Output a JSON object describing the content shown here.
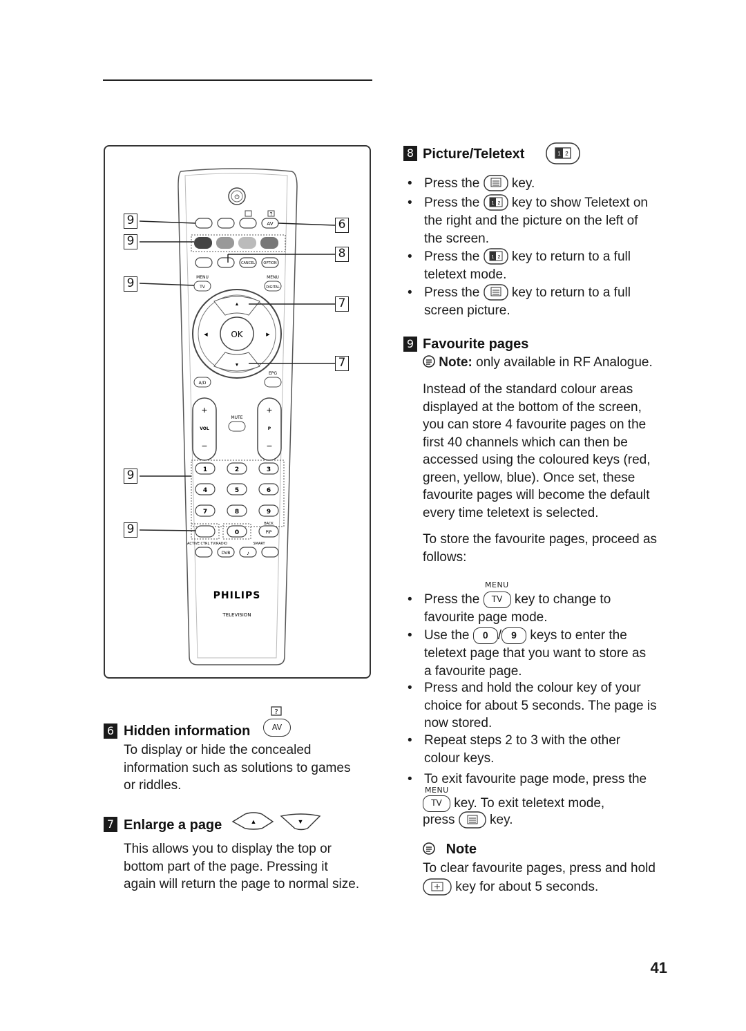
{
  "remote": {
    "brand": "PHILIPS",
    "subbrand": "TELEVISION",
    "ok_label": "OK",
    "menu_label": "MENU",
    "tv_label": "TV",
    "digital_label": "DIGITAL",
    "cancel_label": "CANCEL",
    "option_label": "OPTION",
    "av_label": "AV",
    "epg_label": "EPG",
    "ad_label": "A/D",
    "mute_label": "MUTE",
    "vol_label": "VOL",
    "p_label": "P",
    "back_label": "BACK",
    "pip_label": "PiP",
    "active_ctrl_label": "ACTIVE CTRL",
    "tvradio_label": "TV/RADIO",
    "smart_label": "SMART",
    "digits": [
      "1",
      "2",
      "3",
      "4",
      "5",
      "6",
      "7",
      "8",
      "9",
      "0"
    ]
  },
  "callouts": {
    "left": [
      "9",
      "9",
      "9",
      "9",
      "9"
    ],
    "right": [
      "6",
      "8",
      "7",
      "7"
    ]
  },
  "section6": {
    "num": "6",
    "title": "Hidden information",
    "key_label": "AV",
    "lines": [
      "To display or hide the concealed",
      "information such as solutions to games",
      "or riddles."
    ]
  },
  "section7": {
    "num": "7",
    "title": "Enlarge a page",
    "lines": [
      "This allows you to display the top or",
      "bottom part of the page.  Pressing it",
      "again will return the page to normal size."
    ]
  },
  "section8": {
    "num": "8",
    "title": "Picture/Teletext",
    "bullets": [
      {
        "pre": "Press the",
        "post": "key."
      },
      {
        "pre": "Press the",
        "post": "key to show Teletext on",
        "cont": [
          "the right and the picture on the left of",
          "the screen."
        ]
      },
      {
        "pre": "Press the",
        "post": "key to return to a full",
        "cont": [
          "teletext mode."
        ]
      },
      {
        "pre": "Press the",
        "post": "key to return to a full",
        "cont": [
          "screen picture."
        ]
      }
    ]
  },
  "section9": {
    "num": "9",
    "title": "Favourite pages",
    "note_bold": "Note:",
    "note_text": "only available in RF Analogue.",
    "para1": [
      "Instead of the standard colour areas",
      "displayed at the bottom of the screen,",
      "you can store 4 favourite pages on the",
      "first 40 channels which can then be",
      "accessed using the coloured keys (red,",
      "green, yellow, blue). Once set, these",
      "favourite pages will become the default",
      "every time teletext is selected."
    ],
    "para2": [
      "To store the favourite pages, proceed as",
      "follows:"
    ],
    "menu_label": "MENU",
    "tv_label": "TV",
    "b1_pre": "Press the",
    "b1_post": "key to change to",
    "b1_cont": "favourite page mode.",
    "b2_pre": "Use the",
    "b2_key1": "0",
    "b2_slash": "/",
    "b2_key2": "9",
    "b2_post": "keys to enter the",
    "b2_cont": [
      "teletext page that you want to store as",
      "a favourite page."
    ],
    "b3": [
      "Press and hold the colour key of your",
      "choice for about 5 seconds. The page is",
      "now stored."
    ],
    "b4": [
      "Repeat steps 2 to 3 with the other",
      "colour keys."
    ],
    "b5": "To exit favourite page mode, press the",
    "b5_cont1": "key. To exit teletext mode,",
    "b5_press": "press",
    "b5_key": "key.",
    "note_title": "Note",
    "note_line1": "To clear favourite pages, press and hold",
    "note_line2": "key for about 5 seconds."
  },
  "page_number": "41"
}
